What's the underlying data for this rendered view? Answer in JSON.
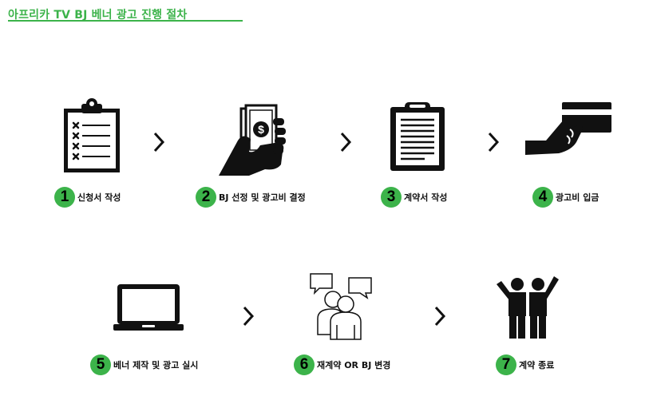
{
  "title": "아프리카 TV BJ 베너 광고 진행 절차",
  "accent_color": "#3cb34a",
  "steps": [
    {
      "number": "1",
      "label": "신청서 작성",
      "icon": "clipboard-checklist-icon"
    },
    {
      "number": "2",
      "label": "BJ 선정 및 광고비 결정",
      "icon": "hand-money-icon"
    },
    {
      "number": "3",
      "label": "계약서 작성",
      "icon": "clipboard-document-icon"
    },
    {
      "number": "4",
      "label": "광고비 입금",
      "icon": "hand-card-icon"
    },
    {
      "number": "5",
      "label": "베너 제작 및 광고 실시",
      "icon": "laptop-icon"
    },
    {
      "number": "6",
      "label": "재계약 OR BJ 변경",
      "icon": "people-chat-icon"
    },
    {
      "number": "7",
      "label": "계약 종료",
      "icon": "celebrating-people-icon"
    }
  ]
}
